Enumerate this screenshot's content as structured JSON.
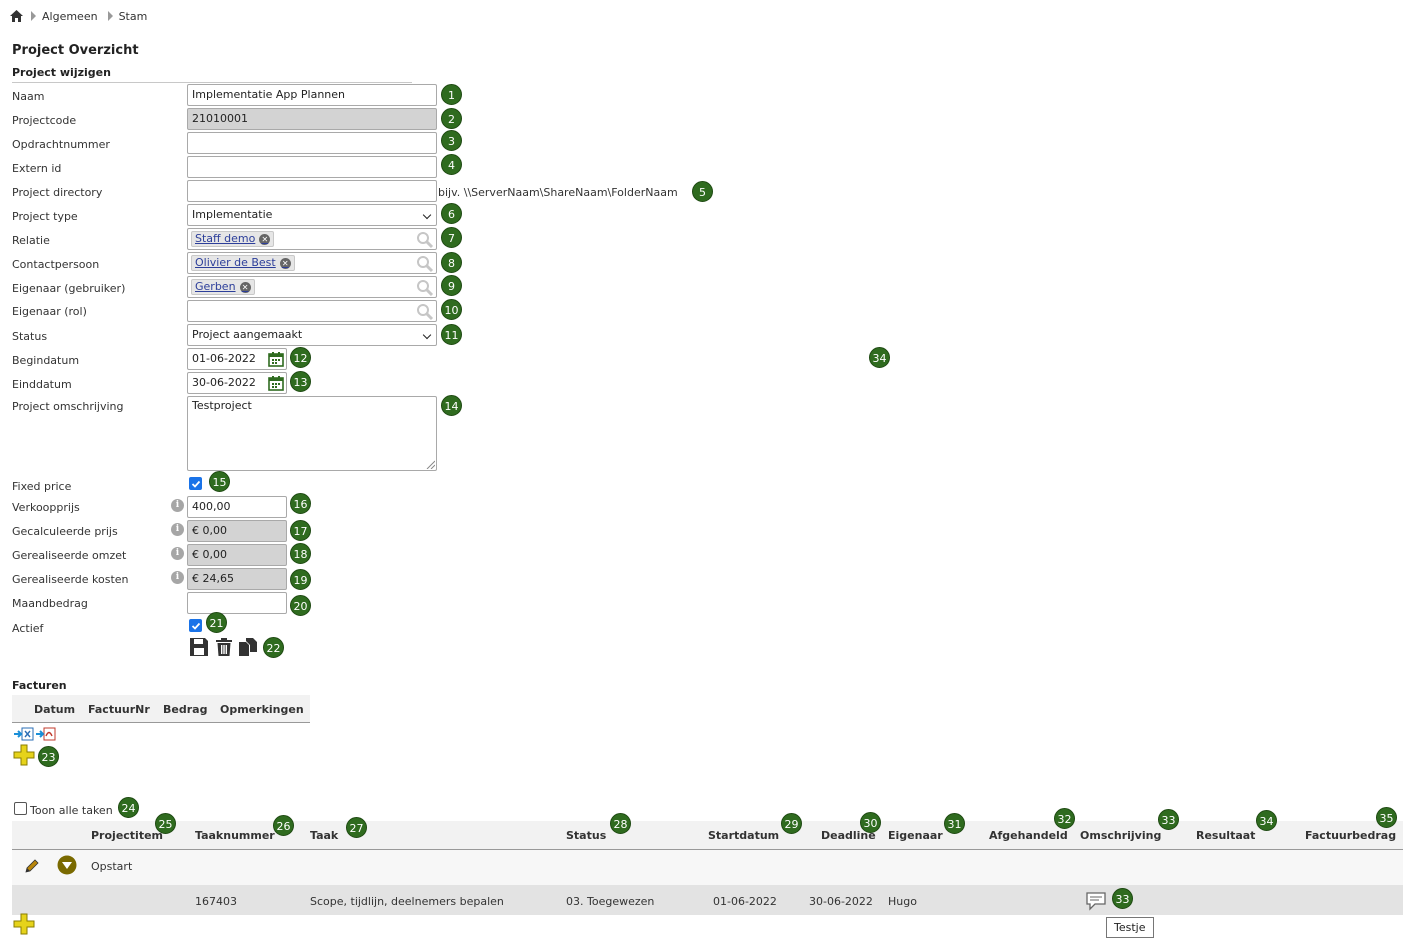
{
  "breadcrumb": {
    "home_icon": "home-icon",
    "items": [
      "Algemeen",
      "Stam"
    ]
  },
  "page": {
    "title": "Project Overzicht",
    "section": "Project wijzigen"
  },
  "form": {
    "naam": {
      "label": "Naam",
      "value": "Implementatie App Plannen"
    },
    "projectcode": {
      "label": "Projectcode",
      "value": "21010001"
    },
    "opdrachtnummer": {
      "label": "Opdrachtnummer",
      "value": ""
    },
    "extern_id": {
      "label": "Extern id",
      "value": ""
    },
    "project_directory": {
      "label": "Project directory",
      "value": "",
      "hint": "bijv. \\\\ServerNaam\\ShareNaam\\FolderNaam"
    },
    "project_type": {
      "label": "Project type",
      "value": "Implementatie"
    },
    "relatie": {
      "label": "Relatie",
      "tag": "Staff demo"
    },
    "contactpersoon": {
      "label": "Contactpersoon",
      "tag": "Olivier de Best"
    },
    "eigenaar_gebruiker": {
      "label": "Eigenaar (gebruiker)",
      "tag": "Gerben"
    },
    "eigenaar_rol": {
      "label": "Eigenaar (rol)",
      "value": ""
    },
    "status": {
      "label": "Status",
      "value": "Project aangemaakt"
    },
    "begindatum": {
      "label": "Begindatum",
      "value": "01-06-2022"
    },
    "einddatum": {
      "label": "Einddatum",
      "value": "30-06-2022"
    },
    "omschrijving": {
      "label": "Project omschrijving",
      "value": "Testproject"
    },
    "fixed_price": {
      "label": "Fixed price",
      "checked": true
    },
    "verkoopprijs": {
      "label": "Verkoopprijs",
      "value": "400,00"
    },
    "gecalculeerde_prijs": {
      "label": "Gecalculeerde prijs",
      "value": "€ 0,00"
    },
    "gerealiseerde_omzet": {
      "label": "Gerealiseerde omzet",
      "value": "€ 0,00"
    },
    "gerealiseerde_kosten": {
      "label": "Gerealiseerde kosten",
      "value": "€ 24,65"
    },
    "maandbedrag": {
      "label": "Maandbedrag",
      "value": ""
    },
    "actief": {
      "label": "Actief",
      "checked": true
    }
  },
  "badges": [
    "1",
    "2",
    "3",
    "4",
    "5",
    "6",
    "7",
    "8",
    "9",
    "10",
    "11",
    "12",
    "13",
    "14",
    "15",
    "16",
    "17",
    "18",
    "19",
    "20",
    "21",
    "22",
    "23",
    "24",
    "25",
    "26",
    "27",
    "28",
    "29",
    "30",
    "31",
    "32",
    "33",
    "34",
    "35",
    "34",
    "33"
  ],
  "facturen": {
    "title": "Facturen",
    "columns": [
      "Datum",
      "FactuurNr",
      "Bedrag",
      "Opmerkingen"
    ]
  },
  "taken": {
    "toon_alle_label": "Toon alle taken",
    "columns": [
      "Projectitem",
      "Taaknummer",
      "Taak",
      "Status",
      "Startdatum",
      "Deadline",
      "Eigenaar",
      "Afgehandeld",
      "Omschrijving",
      "Resultaat",
      "Factuurbedrag"
    ],
    "group": {
      "name": "Opstart"
    },
    "rows": [
      {
        "taaknummer": "167403",
        "taak": "Scope, tijdlijn, deelnemers bepalen",
        "status": "03. Toegewezen",
        "startdatum": "01-06-2022",
        "deadline": "30-06-2022",
        "eigenaar": "Hugo"
      }
    ],
    "tooltip": "Testje"
  },
  "colors": {
    "badge": "#2f6b1f",
    "checkbox": "#1a73e8",
    "readonly": "#d3d3d3",
    "accent_yellow": "#e6d31a",
    "olive": "#7a6a00"
  }
}
